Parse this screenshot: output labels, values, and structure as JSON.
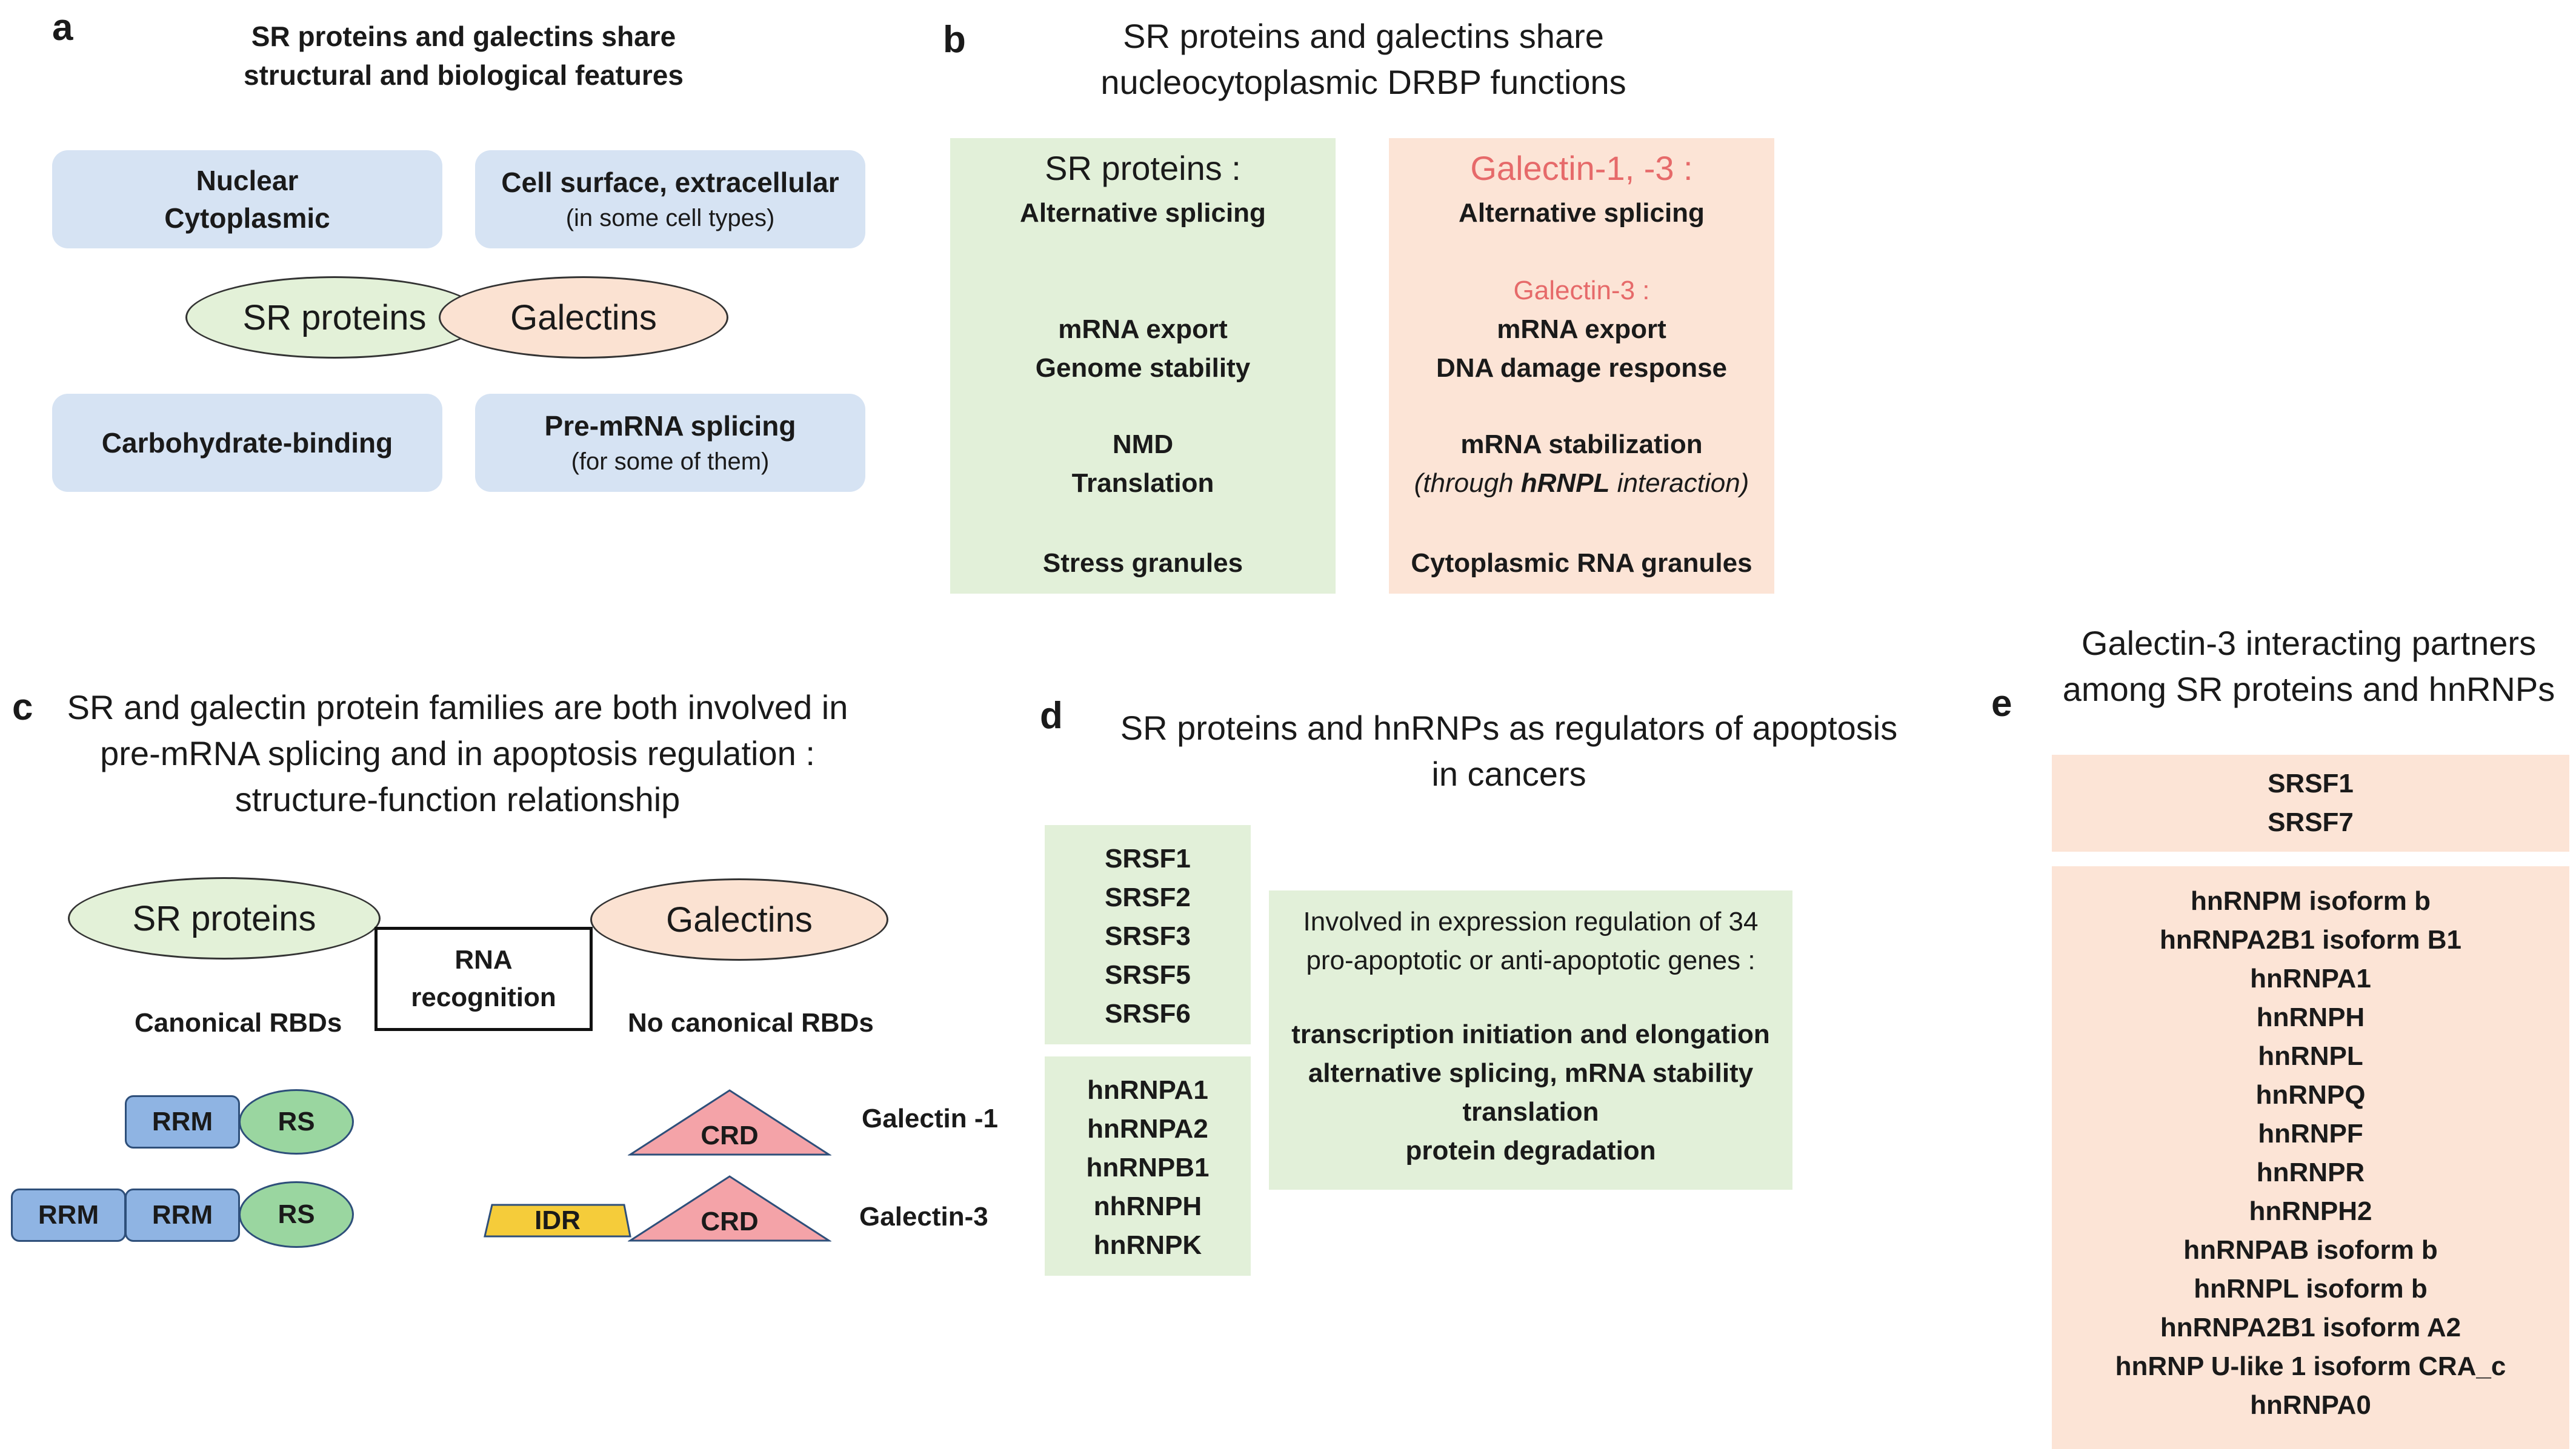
{
  "panel_a": {
    "letter": "a",
    "title": [
      "SR proteins and galectins share",
      "structural and biological features"
    ],
    "box_tl": [
      "Nuclear",
      "Cytoplasmic"
    ],
    "box_tr_main": "Cell surface, extracellular",
    "box_tr_sub": "(in some cell types)",
    "box_bl": "Carbohydrate-binding",
    "box_br_main": "Pre-mRNA splicing",
    "box_br_sub": "(for some of them)",
    "ellipse_left": "SR proteins",
    "ellipse_right": "Galectins"
  },
  "panel_b": {
    "letter": "b",
    "title": [
      "SR proteins and galectins share",
      "nucleocytoplasmic DRBP functions"
    ],
    "left_head": "SR proteins :",
    "left_lines": [
      "Alternative splicing",
      "mRNA export",
      "Genome stability",
      "NMD",
      "Translation",
      "Stress granules"
    ],
    "right_head": "Galectin-1, -3 :",
    "right_line1": "Alternative splicing",
    "right_head2": "Galectin-3 :",
    "right_lines": [
      "mRNA export",
      "DNA damage response",
      "mRNA stabilization"
    ],
    "right_through": "(through ",
    "right_hrnpl": "hRNPL",
    "right_interaction": " interaction)",
    "right_last": "Cytoplasmic RNA granules"
  },
  "panel_c": {
    "letter": "c",
    "title": [
      "SR and galectin protein families are both involved in",
      "pre-mRNA splicing and in apoptosis regulation :",
      "structure-function relationship"
    ],
    "ellipse_left": "SR proteins",
    "ellipse_right": "Galectins",
    "rna_box": [
      "RNA",
      "recognition"
    ],
    "canonical": "Canonical RBDs",
    "no_canonical": "No canonical RBDs",
    "rrm": "RRM",
    "rs": "RS",
    "crd": "CRD",
    "idr": "IDR",
    "galectin1": "Galectin -1",
    "galectin3": "Galectin-3",
    "colors": {
      "rrm": "#8fb4e3",
      "rs": "#9ad6a0",
      "crd": "#f4a3a8",
      "idr": "#f5cc3a"
    }
  },
  "panel_d": {
    "letter": "d",
    "title": [
      "SR proteins and hnRNPs as regulators of apoptosis",
      "in cancers"
    ],
    "sr_list": [
      "SRSF1",
      "SRSF2",
      "SRSF3",
      "SRSF5",
      "SRSF6"
    ],
    "hn_list": [
      "hnRNPA1",
      "hnRNPA2",
      "hnRNPB1",
      "nhRNPH",
      "hnRNPK"
    ],
    "intro": [
      "Involved in expression regulation of 34",
      "pro-apoptotic or anti-apoptotic genes :"
    ],
    "items": [
      "transcription initiation and elongation",
      "alternative splicing, mRNA stability",
      "translation",
      "protein degradation"
    ]
  },
  "panel_e": {
    "letter": "e",
    "title": [
      "Galectin-3 interacting partners",
      "among SR proteins and hnRNPs"
    ],
    "sr_list": [
      "SRSF1",
      "SRSF7"
    ],
    "hn_list": [
      "hnRNPM isoform b",
      "hnRNPA2B1  isoform B1",
      "hnRNPA1",
      "hnRNPH",
      "hnRNPL",
      "hnRNPQ",
      "hnRNPF",
      "hnRNPR",
      "hnRNPH2",
      "hnRNPAB  isoform b",
      "hnRNPL isoform b",
      "hnRNPA2B1  isoform A2",
      "hnRNP U-like 1 isoform CRA_c",
      "hnRNPA0"
    ]
  }
}
